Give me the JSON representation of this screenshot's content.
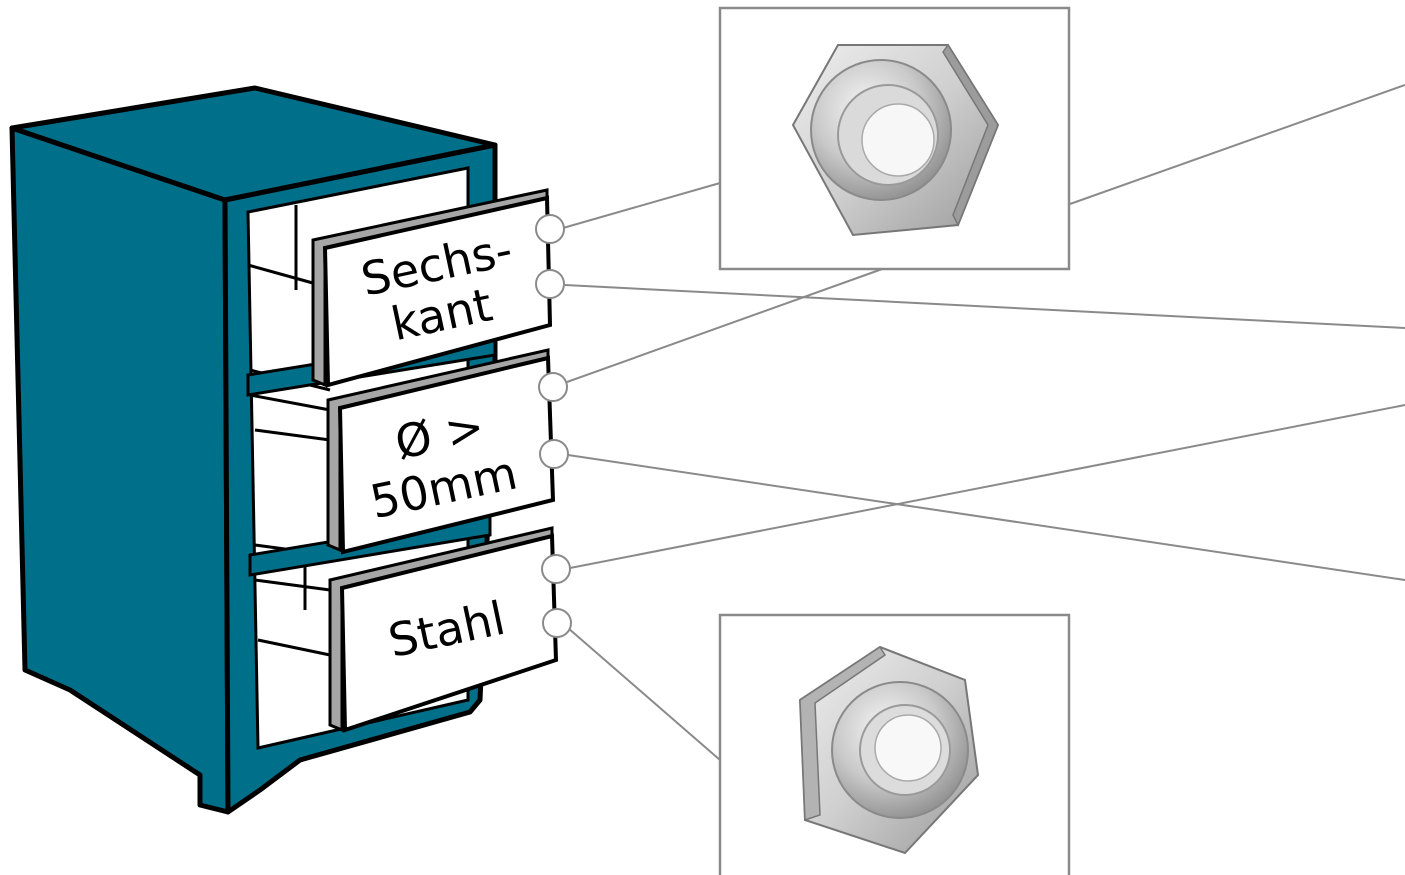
{
  "colors": {
    "cabinet": "#006f8a",
    "outline": "#000000",
    "drawer_front": "#ffffff",
    "drawer_side": "#a6a6a6",
    "connector": "#8a8a8a"
  },
  "drawers": [
    {
      "label_lines": [
        "Sechs-",
        "kant"
      ]
    },
    {
      "label_lines": [
        "Ø >",
        "50mm"
      ]
    },
    {
      "label_lines": [
        "Stahl"
      ]
    }
  ],
  "photos": [
    {
      "icon": "hex-nut-icon"
    },
    {
      "icon": "hex-nut-icon"
    }
  ]
}
